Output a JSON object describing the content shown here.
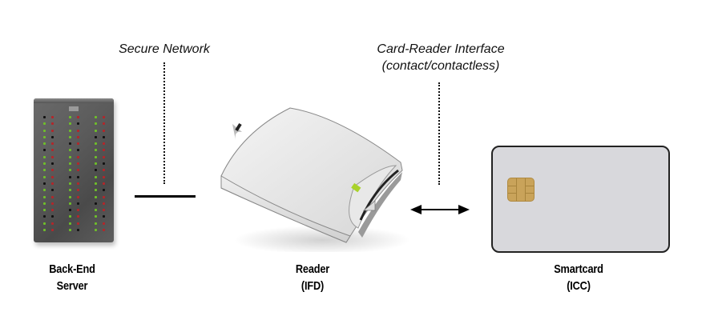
{
  "captions": {
    "secure_network": "Secure Network",
    "card_reader_interface_line1": "Card-Reader Interface",
    "card_reader_interface_line2": "(contact/contactless)"
  },
  "components": {
    "server": {
      "line1": "Back-End",
      "line2": "Server"
    },
    "reader": {
      "line1": "Reader",
      "line2": "(IFD)"
    },
    "smartcard": {
      "line1": "Smartcard",
      "line2": "(ICC)"
    }
  },
  "colors": {
    "led_green": "#6fbf2a",
    "led_red": "#b3262a",
    "led_black": "#111111",
    "reader_indicator": "#a9d22a",
    "chip_gold": "#c9a35a",
    "card_fill": "#d8d8dc"
  }
}
